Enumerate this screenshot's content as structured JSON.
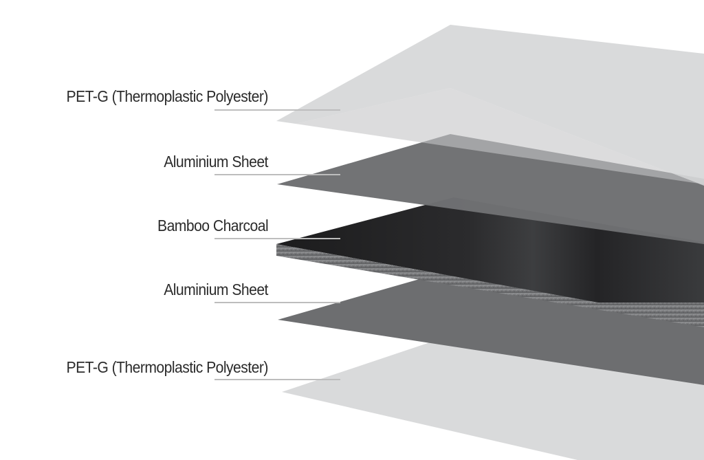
{
  "layers": [
    {
      "id": "top-petg",
      "label": "PET-G (Thermoplastic Polyester)",
      "color": "#d6d7d8"
    },
    {
      "id": "upper-aluminium",
      "label": "Aluminium Sheet",
      "color": "#6f7072"
    },
    {
      "id": "bamboo-charcoal",
      "label": "Bamboo Charcoal",
      "color": "#252527"
    },
    {
      "id": "lower-aluminium",
      "label": "Aluminium Sheet",
      "color": "#6d6e70"
    },
    {
      "id": "bottom-petg",
      "label": "PET-G (Thermoplastic Polyester)",
      "color": "#d9dadb"
    }
  ],
  "colors": {
    "leader_line": "#bdbdbd",
    "label_text": "#2b2b2b",
    "charcoal_edge": "#7a7b7d"
  }
}
